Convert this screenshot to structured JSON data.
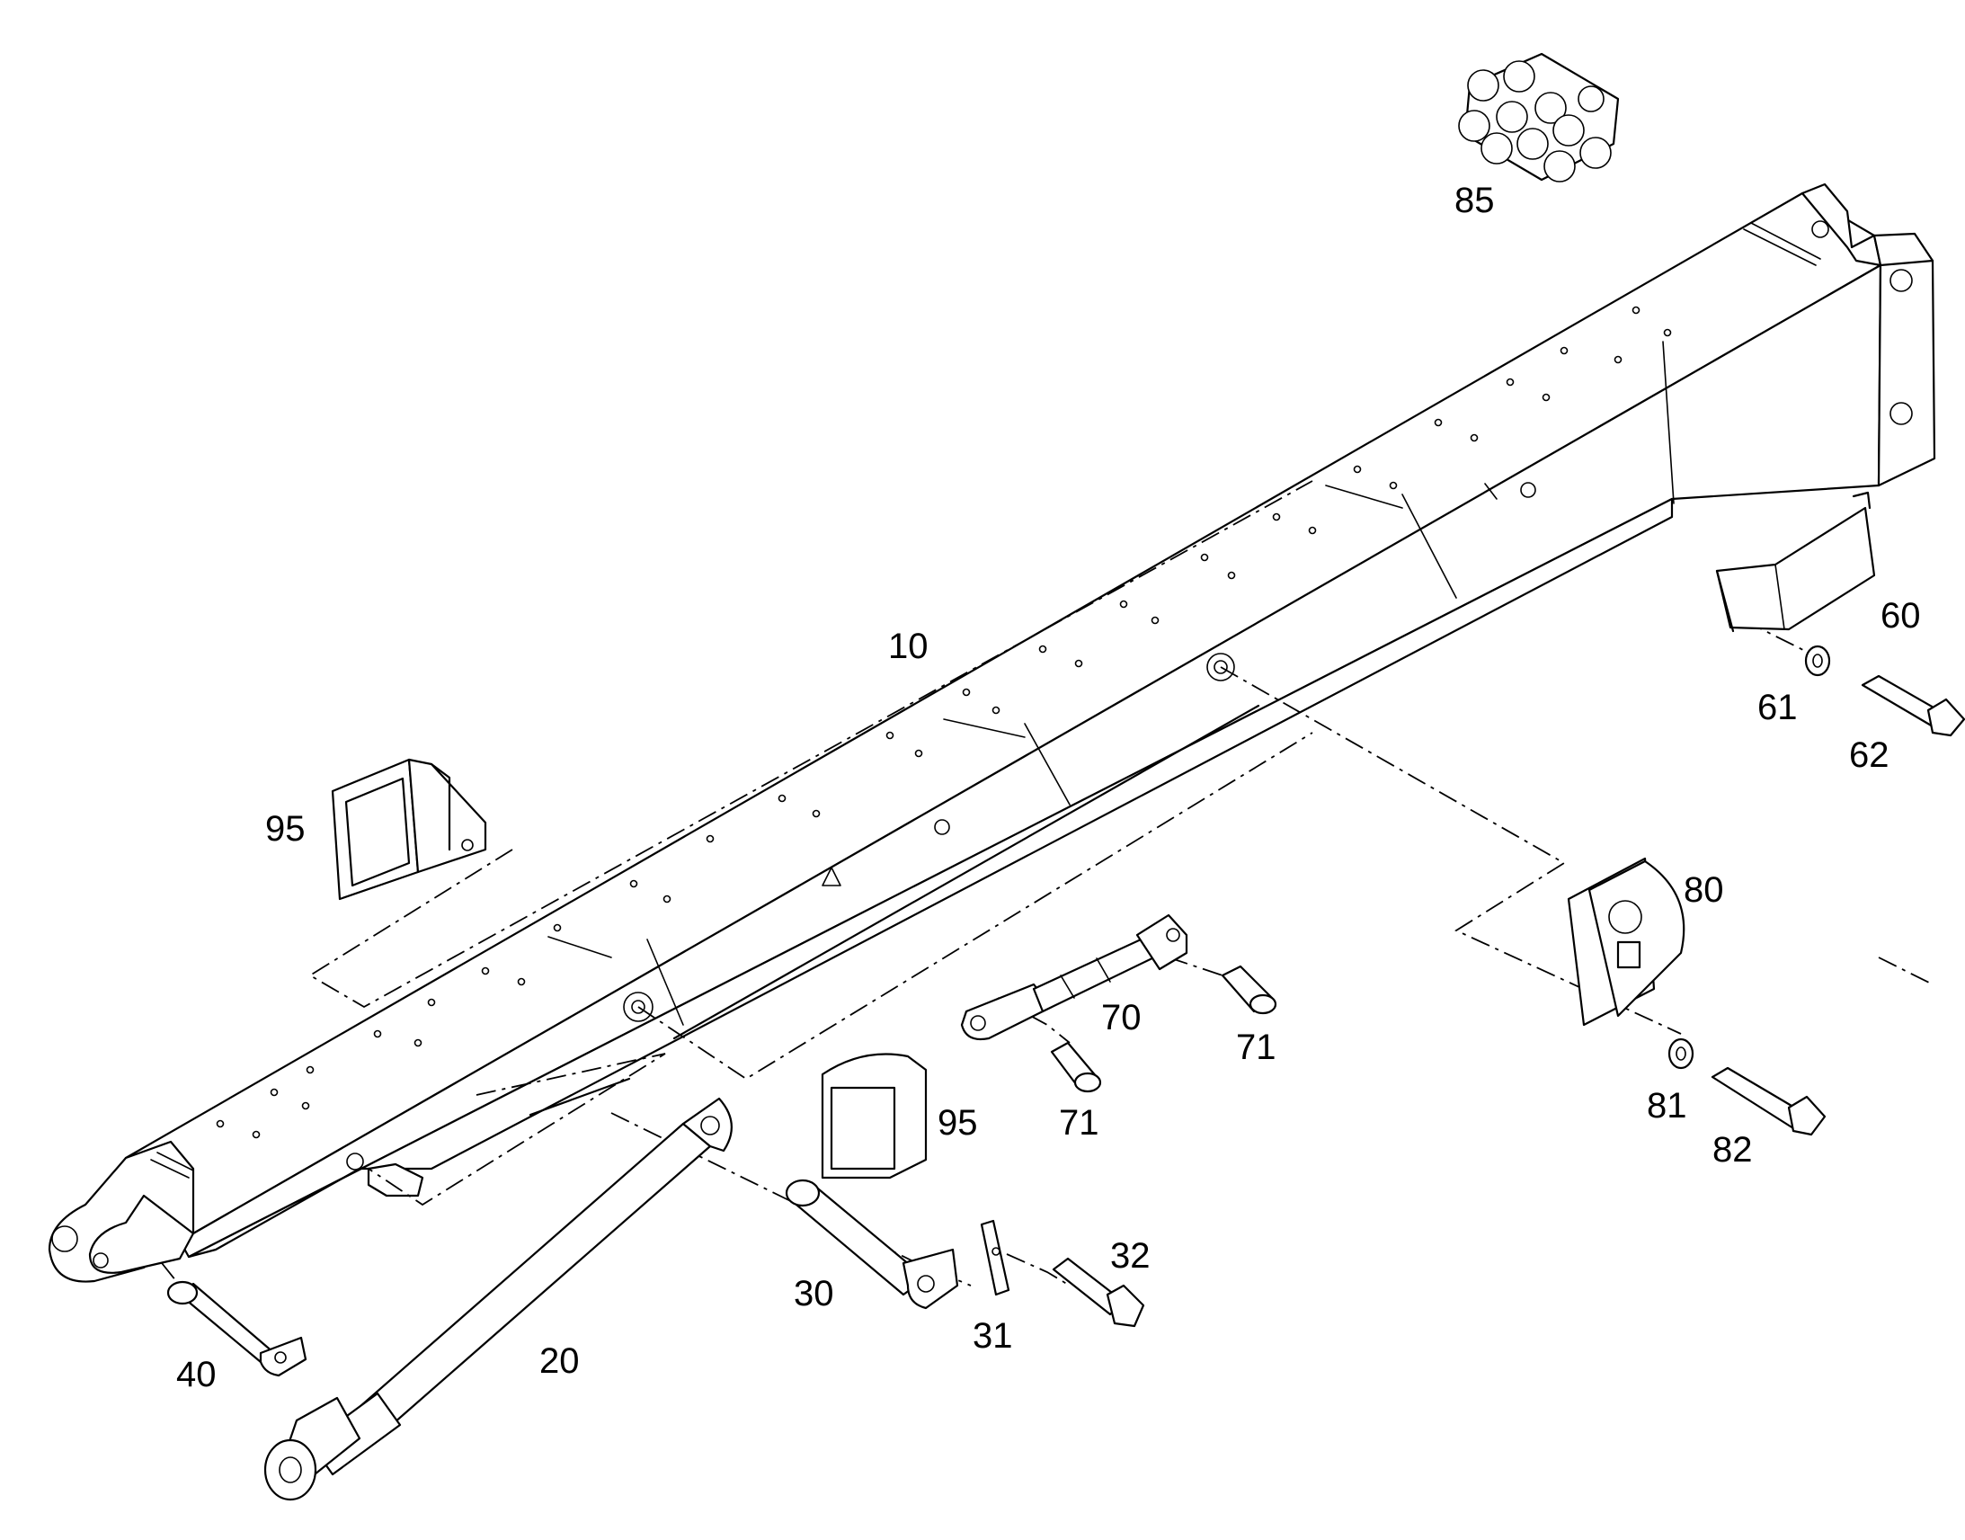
{
  "diagram": {
    "type": "exploded parts drawing",
    "labels": [
      {
        "id": "p10",
        "text": "10"
      },
      {
        "id": "p20",
        "text": "20"
      },
      {
        "id": "p30",
        "text": "30"
      },
      {
        "id": "p31",
        "text": "31"
      },
      {
        "id": "p32",
        "text": "32"
      },
      {
        "id": "p40",
        "text": "40"
      },
      {
        "id": "p60",
        "text": "60"
      },
      {
        "id": "p61",
        "text": "61"
      },
      {
        "id": "p62",
        "text": "62"
      },
      {
        "id": "p70",
        "text": "70"
      },
      {
        "id": "p71a",
        "text": "71"
      },
      {
        "id": "p71b",
        "text": "71"
      },
      {
        "id": "p80",
        "text": "80"
      },
      {
        "id": "p81",
        "text": "81"
      },
      {
        "id": "p82",
        "text": "82"
      },
      {
        "id": "p85",
        "text": "85"
      },
      {
        "id": "p95a",
        "text": "95"
      },
      {
        "id": "p95b",
        "text": "95"
      }
    ]
  }
}
